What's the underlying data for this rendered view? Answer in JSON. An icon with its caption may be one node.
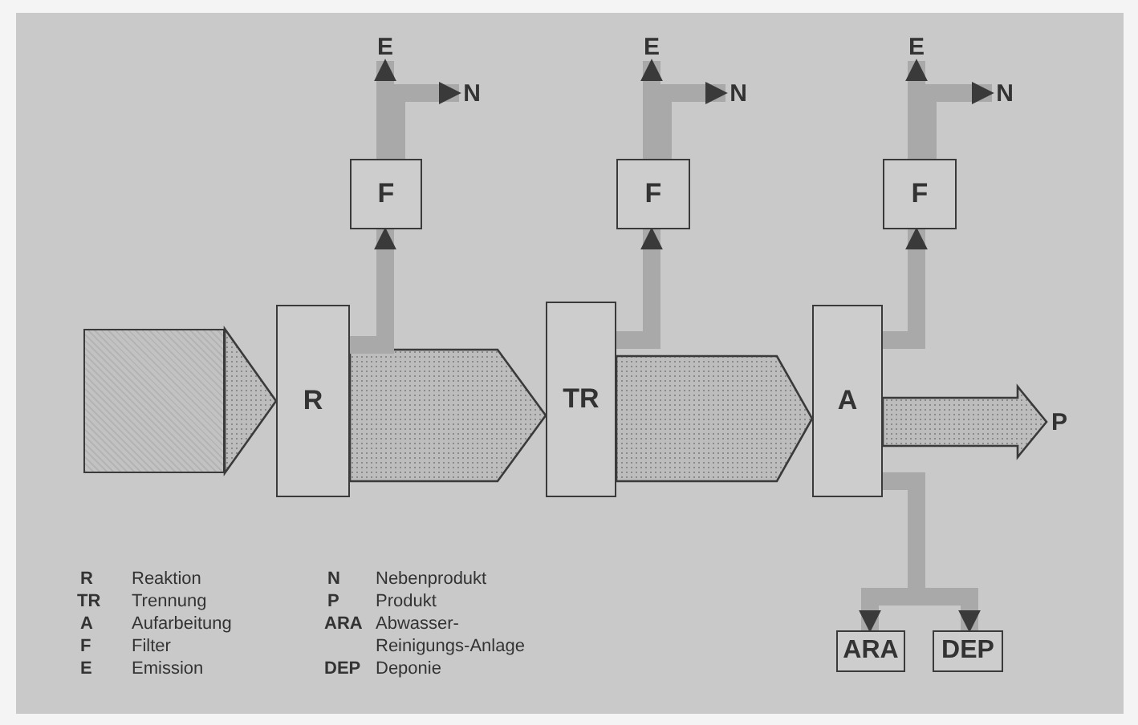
{
  "diagram": {
    "nodes": [
      {
        "text": [],
        "shape": "box"
      },
      {
        "text": [
          "R"
        ]
      },
      {
        "text": [
          "F"
        ]
      },
      {
        "text": [
          "E"
        ]
      },
      {
        "text": [
          "N"
        ]
      },
      {
        "text": [
          "TR"
        ]
      },
      {
        "text": [
          "F"
        ]
      },
      {
        "text": [
          "E"
        ]
      },
      {
        "text": [
          "N"
        ]
      },
      {
        "text": [
          "A"
        ]
      },
      {
        "text": [
          "F"
        ]
      },
      {
        "text": [
          "E"
        ]
      },
      {
        "text": [
          "N"
        ]
      },
      {
        "text": [
          "P"
        ]
      },
      {
        "text": [
          "ARA"
        ]
      },
      {
        "text": [
          "DEP"
        ]
      }
    ],
    "edges": [
      {
        "from": 0,
        "to": 1,
        "arrow": "to",
        "style": "thick"
      },
      {
        "from": 1,
        "to": 5,
        "arrow": "to",
        "style": "thick"
      },
      {
        "from": 1,
        "to": 2,
        "arrow": "to"
      },
      {
        "from": 2,
        "to": 3,
        "arrow": "to"
      },
      {
        "from": 2,
        "to": 4,
        "arrow": "to"
      },
      {
        "from": 5,
        "to": 9,
        "arrow": "to",
        "style": "thick"
      },
      {
        "from": 5,
        "to": 6,
        "arrow": "to"
      },
      {
        "from": 6,
        "to": 7,
        "arrow": "to"
      },
      {
        "from": 6,
        "to": 8,
        "arrow": "to"
      },
      {
        "from": 9,
        "to": 10,
        "arrow": "to"
      },
      {
        "from": 9,
        "to": 13,
        "arrow": "to",
        "style": "thick"
      },
      {
        "from": 9,
        "to": 14,
        "arrow": "to"
      },
      {
        "from": 9,
        "to": 15,
        "arrow": "to"
      },
      {
        "from": 10,
        "to": 11,
        "arrow": "to"
      },
      {
        "from": 10,
        "to": 12,
        "arrow": "to"
      }
    ],
    "labels": [
      "R",
      "Reaktion",
      "N",
      "Nebenprodukt",
      "TR",
      "Trennung",
      "P",
      "Produkt",
      "A",
      "Aufarbeitung",
      "ARA",
      "Abwasser- Reinigungs-Anlage",
      "F",
      "Filter",
      "E",
      "Emission",
      "DEP",
      "Deponie"
    ]
  }
}
